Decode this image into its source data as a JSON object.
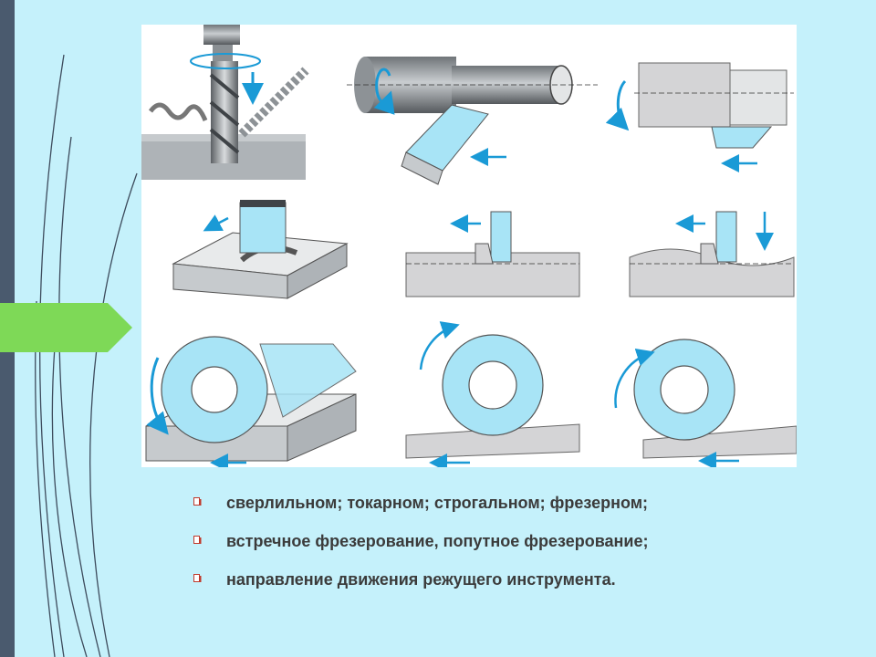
{
  "theme": {
    "background": "#c5f1fb",
    "left_bar": "#4a5a6e",
    "tab_green": "#7ed957",
    "tool_blue": "#a8e4f6",
    "metal_gray": "#d4d4d6"
  },
  "bullets": [
    {
      "text": "сверлильном; токарном; строгальном; фрезерном;"
    },
    {
      "text": "встречное фрезерование, попутное фрезерование;"
    },
    {
      "text": "направление движения режущего инструмента."
    }
  ]
}
